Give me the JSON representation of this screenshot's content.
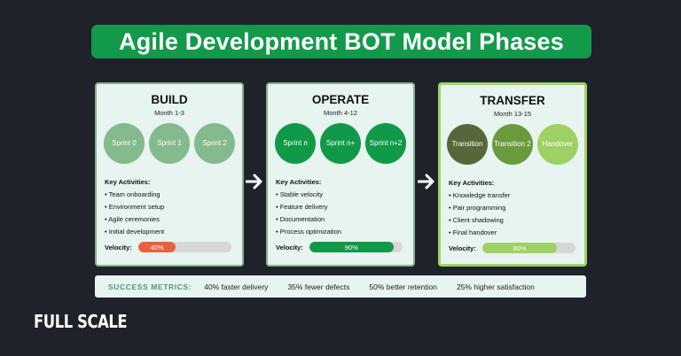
{
  "title": "Agile Development BOT Model Phases",
  "phases": [
    {
      "name": "BUILD",
      "period": "Month 1-3",
      "sprints": [
        {
          "label": "Sprint 0",
          "color": "#85b98e"
        },
        {
          "label": "Sprint 1",
          "color": "#85b98e"
        },
        {
          "label": "Sprint 2",
          "color": "#85b98e"
        }
      ],
      "activities_title": "Key Activities:",
      "activities": [
        "• Team onboarding",
        "• Environment setup",
        "• Agile ceremonies",
        "• Initial development"
      ],
      "velocity_label": "Velocity:",
      "velocity": 40,
      "velocity_text": "40%",
      "velocity_color": "#e8623f"
    },
    {
      "name": "OPERATE",
      "period": "Month 4-12",
      "sprints": [
        {
          "label": "Sprint n",
          "color": "#11994a"
        },
        {
          "label": "Sprint n+",
          "color": "#11994a"
        },
        {
          "label": "Sprint n+2",
          "color": "#11994a"
        }
      ],
      "activities_title": "Key Activities:",
      "activities": [
        "• Stable velocity",
        "• Feature delivery",
        "• Documentation",
        "• Process optimization"
      ],
      "velocity_label": "Velocity:",
      "velocity": 90,
      "velocity_text": "90%",
      "velocity_color": "#11994a"
    },
    {
      "name": "TRANSFER",
      "period": "Month 13-15",
      "sprints": [
        {
          "label": "Transition",
          "color": "#56683a"
        },
        {
          "label": "Transition 2",
          "color": "#6a9a3e"
        },
        {
          "label": "Handover",
          "color": "#9ed163"
        }
      ],
      "activities_title": "Key Activities:",
      "activities": [
        "• Knowledge transfer",
        "• Pair programming",
        "• Client shadowing",
        "• Final handover"
      ],
      "velocity_label": "Velocity:",
      "velocity": 80,
      "velocity_text": "80%",
      "velocity_color": "#9ed163"
    }
  ],
  "metrics": {
    "label": "SUCCESS METRICS:",
    "items": [
      "40% faster delivery",
      "35% fewer defects",
      "50% better retention",
      "25% higher satisfaction"
    ]
  },
  "brand": "FULL SCALE"
}
